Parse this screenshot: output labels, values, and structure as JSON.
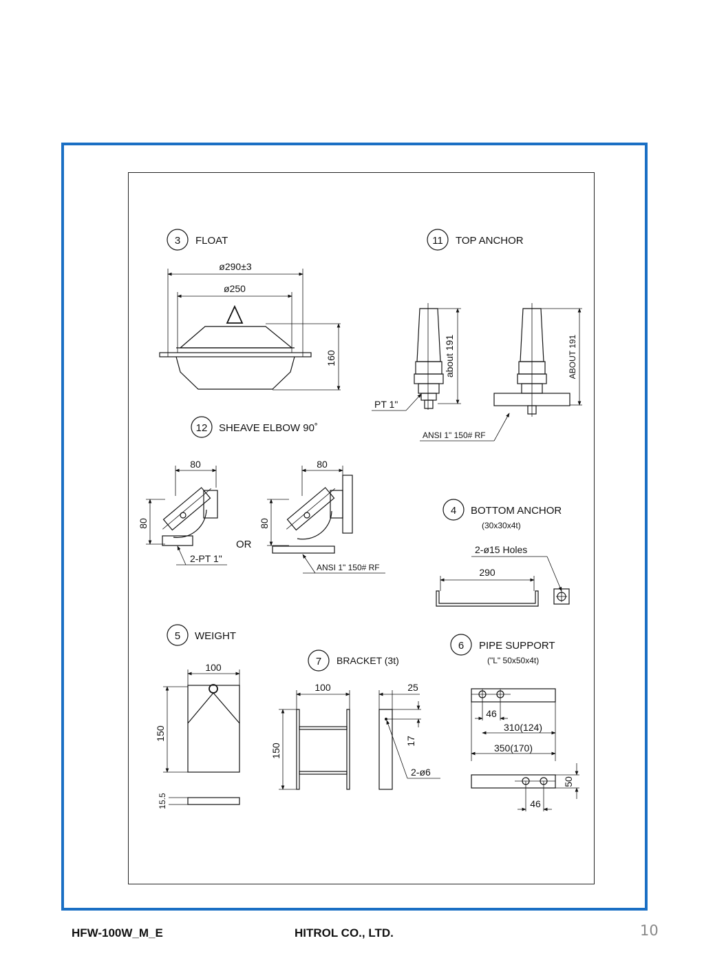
{
  "colors": {
    "frame": "#1a6fc4",
    "ink": "#111111",
    "page_number": "#888888"
  },
  "footer": {
    "doc_code": "HFW-100W_M_E",
    "company": "HITROL CO., LTD.",
    "page_number": "10"
  },
  "parts": {
    "float": {
      "num": "3",
      "title": "FLOAT",
      "dim_outer": "ø290±3",
      "dim_inner": "ø250",
      "dim_height": "160"
    },
    "top_anchor": {
      "num": "11",
      "title": "TOP  ANCHOR",
      "dim_left": "about 191",
      "dim_right": "ABOUT 191",
      "label_pt": "PT 1\"",
      "label_ansi": "ANSI 1\" 150# RF"
    },
    "sheave": {
      "num": "12",
      "title": "SHEAVE  ELBOW 90˚",
      "dim_w1": "80",
      "dim_h1": "80",
      "dim_w2": "80",
      "dim_h2": "80",
      "or": "OR",
      "label_pt": "2-PT 1\"",
      "label_ansi": "ANSI 1\" 150# RF"
    },
    "bottom_anchor": {
      "num": "4",
      "title": "BOTTOM  ANCHOR",
      "sub": "(30x30x4t)",
      "holes": "2-ø15 Holes",
      "dim_len": "290"
    },
    "weight": {
      "num": "5",
      "title": "WEIGHT",
      "dim_w": "100",
      "dim_h": "150",
      "dim_t": "15.5"
    },
    "bracket": {
      "num": "7",
      "title": "BRACKET (3t)",
      "dim_w": "100",
      "dim_h": "150",
      "dim_side": "25",
      "dim_17": "17",
      "holes": "2-ø6"
    },
    "pipe_support": {
      "num": "6",
      "title": "PIPE   SUPPORT",
      "sub": "(\"L\"  50x50x4t)",
      "dim_46a": "46",
      "dim_310": "310(124)",
      "dim_350": "350(170)",
      "dim_50": "50",
      "dim_46b": "46"
    }
  }
}
